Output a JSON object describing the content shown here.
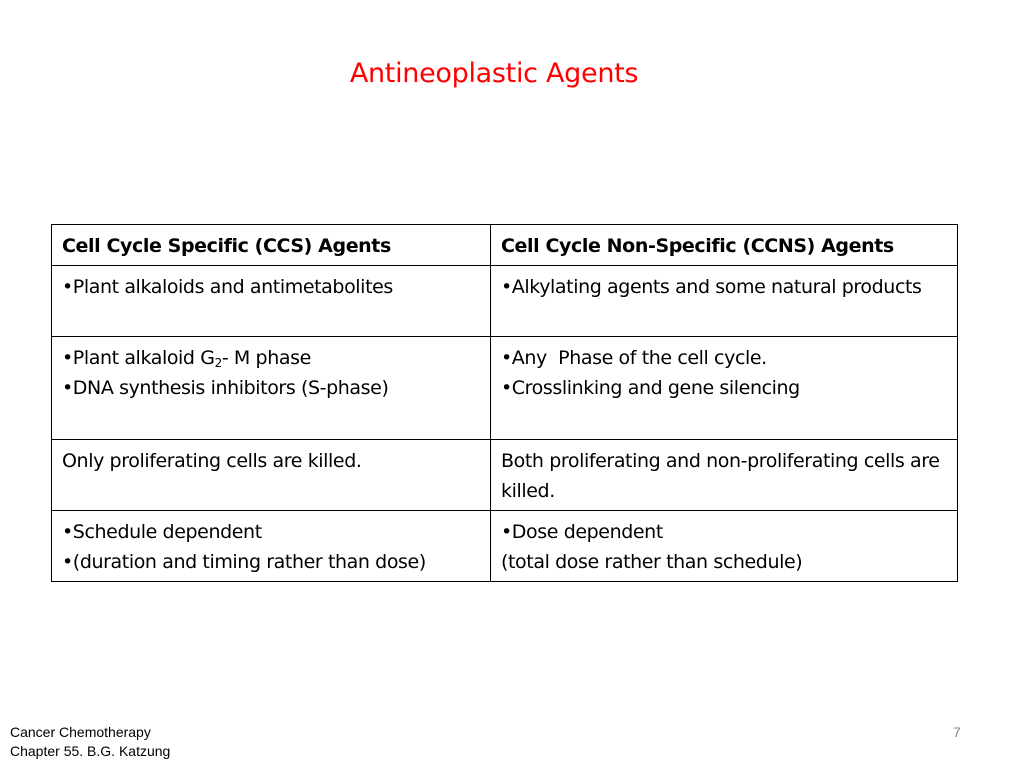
{
  "slide": {
    "title": "Antineoplastic Agents",
    "title_color": "#ff0000",
    "page_number": "7"
  },
  "table": {
    "headers": [
      "Cell Cycle Specific (CCS)  Agents",
      "Cell Cycle Non-Specific (CCNS) Agents"
    ],
    "rows": [
      {
        "ccs": [
          "•Plant alkaloids and antimetabolites"
        ],
        "ccns": [
          "•Alkylating agents and some natural products"
        ]
      },
      {
        "ccs": [
          "•Plant alkaloid G",
          "2",
          "- M phase",
          "•DNA synthesis inhibitors (S-phase)"
        ],
        "ccns": [
          "•Any  Phase of the cell cycle.",
          "•Crosslinking and gene silencing"
        ]
      },
      {
        "ccs": [
          "Only proliferating cells are killed."
        ],
        "ccns": [
          "Both proliferating and non-proliferating cells are killed."
        ]
      },
      {
        "ccs": [
          "•Schedule dependent",
          "•(duration and timing rather than dose)"
        ],
        "ccns": [
          "•Dose dependent",
          "(total dose rather than schedule)"
        ]
      }
    ]
  },
  "footer": {
    "source_line1": "Cancer Chemotherapy",
    "source_line2": "Chapter 55. B.G. Katzung"
  }
}
